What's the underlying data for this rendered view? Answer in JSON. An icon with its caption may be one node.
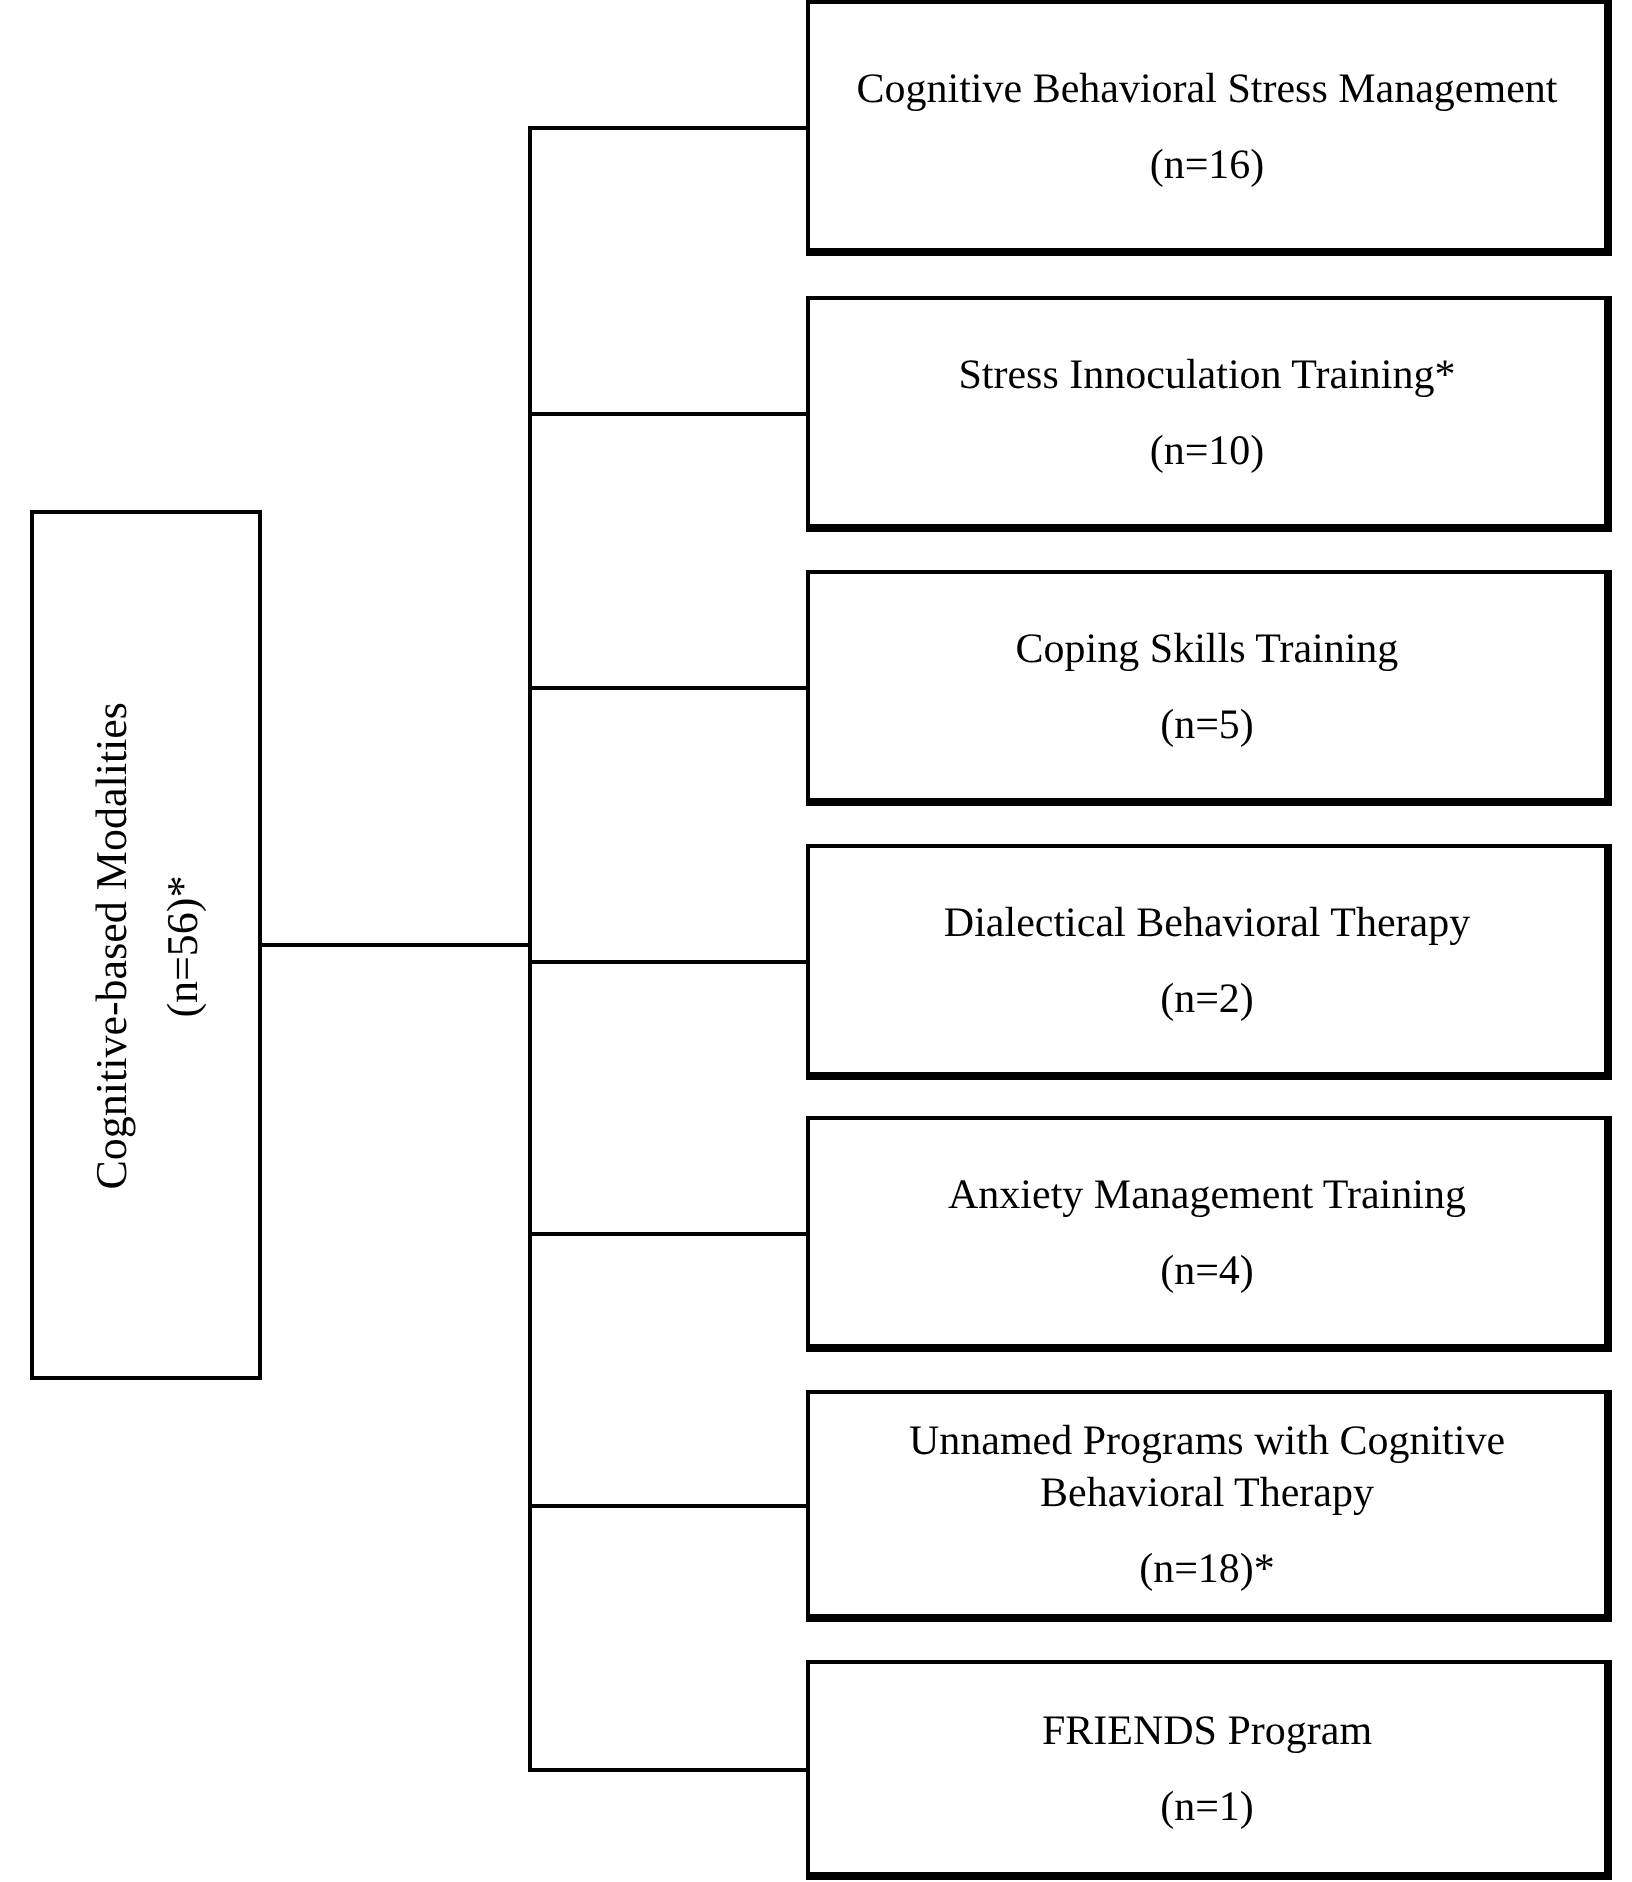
{
  "diagram": {
    "nodes": [
      {
        "text": [
          "Cognitive-based Modalities",
          "(n=56)*"
        ]
      },
      {
        "text": [
          "Cognitive Behavioral Stress Management",
          "(n=16)"
        ]
      },
      {
        "text": [
          "Stress Innoculation Training*",
          "(n=10)"
        ]
      },
      {
        "text": [
          "Coping Skills Training",
          "(n=5)"
        ]
      },
      {
        "text": [
          "Dialectical Behavioral Therapy",
          "(n=2)"
        ]
      },
      {
        "text": [
          "Anxiety Management Training",
          "(n=4)"
        ]
      },
      {
        "text": [
          "Unnamed Programs with Cognitive Behavioral Therapy",
          "(n=18)*"
        ]
      },
      {
        "text": [
          "FRIENDS Program",
          "(n=1)"
        ]
      }
    ],
    "edges": [
      {
        "from": 0,
        "to": 1,
        "arrow": "none"
      },
      {
        "from": 0,
        "to": 2,
        "arrow": "none"
      },
      {
        "from": 0,
        "to": 3,
        "arrow": "none"
      },
      {
        "from": 0,
        "to": 4,
        "arrow": "none"
      },
      {
        "from": 0,
        "to": 5,
        "arrow": "none"
      },
      {
        "from": 0,
        "to": 6,
        "arrow": "none"
      },
      {
        "from": 0,
        "to": 7,
        "arrow": "none"
      }
    ]
  }
}
